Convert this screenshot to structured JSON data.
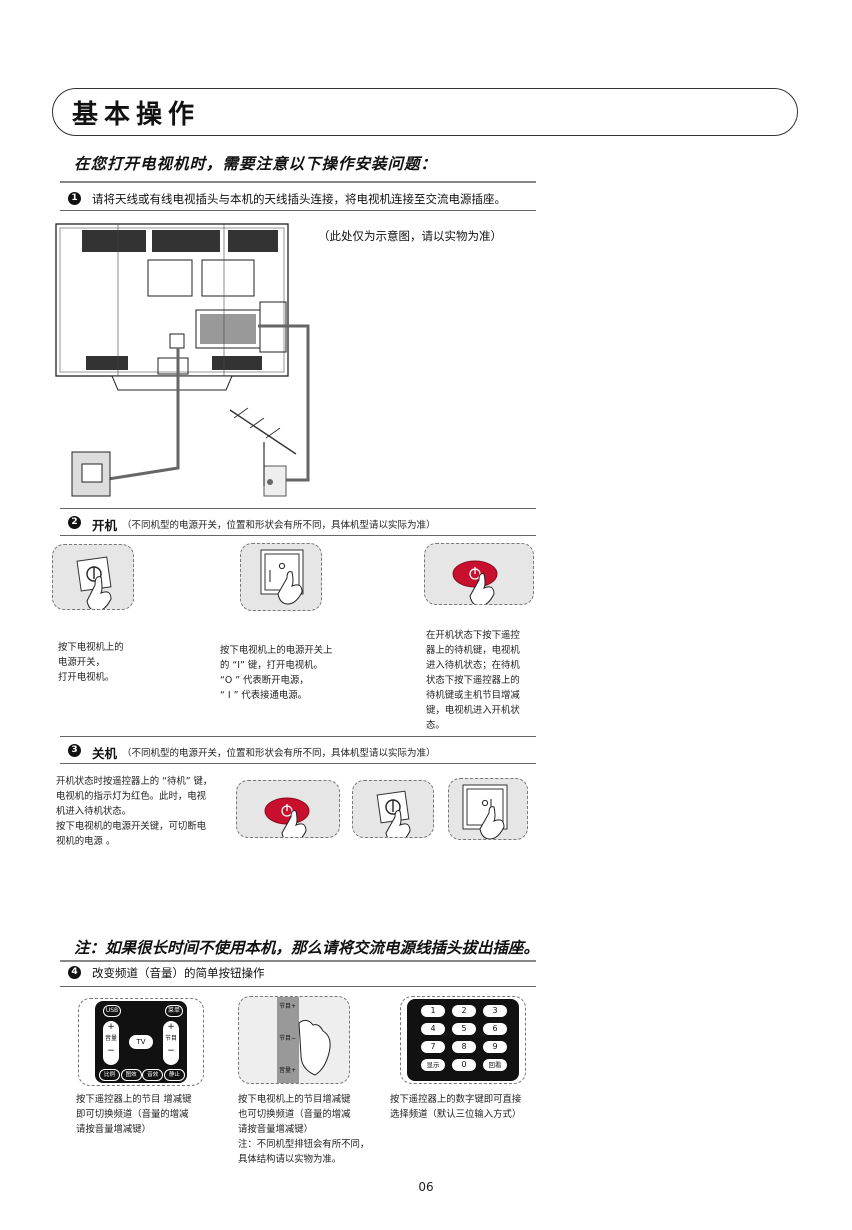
{
  "header": {
    "title": "基本操作"
  },
  "intro": "在您打开电视机时，需要注意以下操作安装问题：",
  "step1": {
    "number": "1",
    "text": "请将天线或有线电视插头与本机的天线插头连接，将电视机连接至交流电源插座。",
    "caption": "（此处仅为示意图，请以实物为准）"
  },
  "step2": {
    "number": "2",
    "title": "开机",
    "note": "（不同机型的电源开关，位置和形状会有所不同，具体机型请以实际为准）",
    "desc_a": "按下电视机上的\n电源开关，\n打开电视机。",
    "desc_b": "按下电视机上的电源开关上\n的 “I” 键，打开电视机。\n“O ” 代表断开电源，\n“ I ”   代表接通电源。",
    "desc_c": "在开机状态下按下遥控\n器上的待机键，电视机\n进入待机状态；在待机\n状态下按下遥控器上的\n待机键或主机节目增减\n键，电视机进入开机状\n态。"
  },
  "step3": {
    "number": "3",
    "title": "关机",
    "note": "（不同机型的电源开关，位置和形状会有所不同，具体机型请以实际为准）",
    "desc": "开机状态时按遥控器上的 “待机” 键，\n电视机的指示灯为红色。此时，电视\n机进入待机状态。\n按下电视机的电源开关键，可切断电\n视机的电源 。"
  },
  "warning": "注：如果很长时间不使用本机，那么请将交流电源线插头拔出插座。",
  "step4": {
    "number": "4",
    "title": "改变频道（音量）的简单按钮操作",
    "desc_a": "按下遥控器上的节目 增减键\n即可切换频道（音量的增减\n请按音量增减键）",
    "desc_b": "按下电视机上的节目增减键\n也可切换频道（音量的增减\n请按音量增减键）\n注：不同机型排钮会有所不同，\n具体结构请以实物为准。",
    "desc_c": "按下遥控器上的数字键即可直接\n选择频道（默认三位输入方式）",
    "remote_a": {
      "usb": "USB",
      "menu": "菜单",
      "tv": "TV",
      "vol": "音量",
      "prog": "节目",
      "plus": "+",
      "minus": "−",
      "bottom": [
        "比例",
        "图效",
        "音效",
        "静止"
      ]
    },
    "remote_b": {
      "labels": [
        "节目+",
        "节目−",
        "音量+"
      ]
    },
    "remote_c": {
      "keys": [
        "1",
        "2",
        "3",
        "4",
        "5",
        "6",
        "7",
        "8",
        "9"
      ],
      "display": "显示",
      "zero": "0",
      "recall": "回看"
    }
  },
  "page_number": "06",
  "colors": {
    "standby_red": "#c8102e",
    "box_gray": "#e6e6e6"
  }
}
